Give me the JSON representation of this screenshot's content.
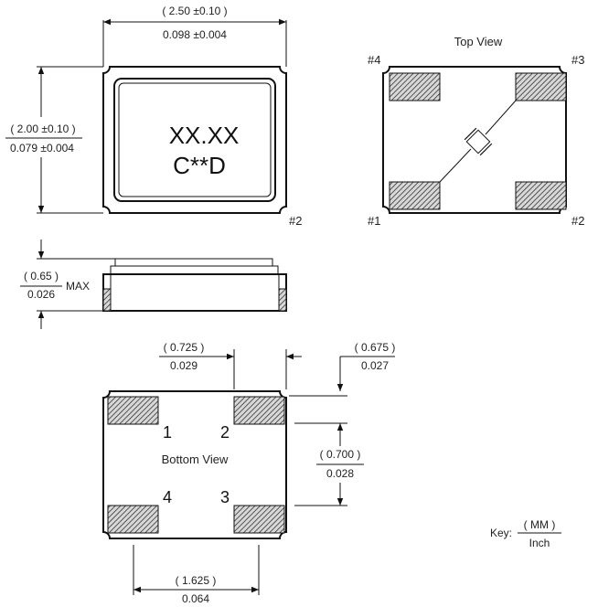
{
  "top_outline": {
    "width_mm": "( 2.50 ±0.10 )",
    "width_in": "0.098 ±0.004",
    "height_mm": "( 2.00 ±0.10 )",
    "height_in": "0.079 ±0.004",
    "marking_line1": "XX.XX",
    "marking_line2": "C**D",
    "pin_label": "#2"
  },
  "top_view": {
    "title": "Top View",
    "pin1": "#1",
    "pin2": "#2",
    "pin3": "#3",
    "pin4": "#4"
  },
  "side_view": {
    "height_mm": "( 0.65 )",
    "height_in": "0.026",
    "max_label": "MAX"
  },
  "bottom_view": {
    "title": "Bottom View",
    "pad1": "1",
    "pad2": "2",
    "pad3": "3",
    "pad4": "4",
    "dim_a_mm": "( 0.725 )",
    "dim_a_in": "0.029",
    "dim_b_mm": "( 0.675 )",
    "dim_b_in": "0.027",
    "dim_c_mm": "( 0.700 )",
    "dim_c_in": "0.028",
    "dim_d_mm": "( 1.625 )",
    "dim_d_in": "0.064"
  },
  "key": {
    "label": "Key:",
    "top": "( MM )",
    "bottom": "Inch"
  }
}
